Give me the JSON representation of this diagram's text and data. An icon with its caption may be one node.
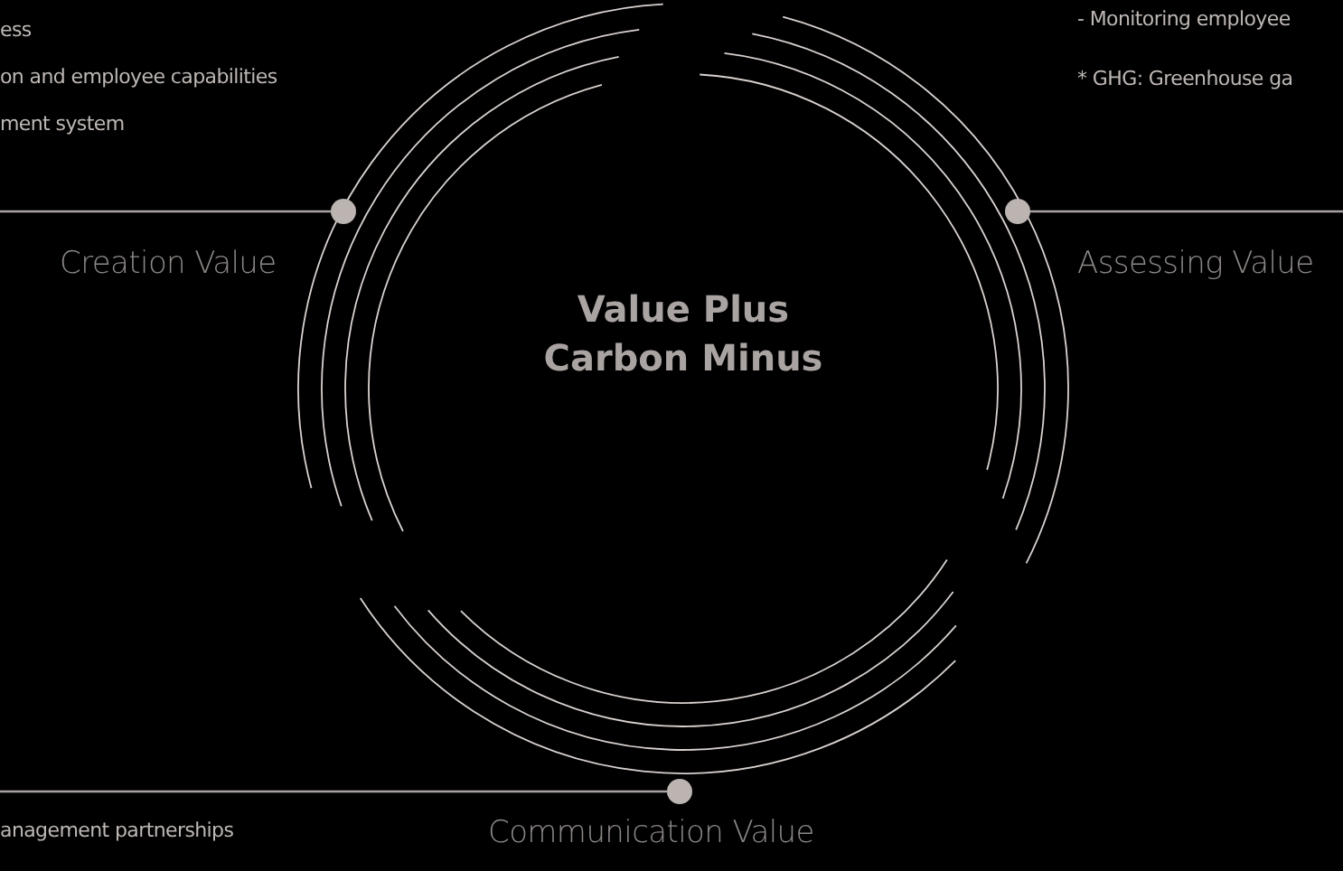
{
  "diagram": {
    "nodes": [
      {
        "text": [
          "Value Plus Carbon Minus"
        ]
      },
      {
        "text": [],
        "shape": "circle",
        "beside": [
          "Creation Value"
        ]
      },
      {
        "text": [],
        "shape": "circle",
        "beside": [
          "Assessing Value"
        ]
      },
      {
        "text": [],
        "shape": "circle",
        "beside": [
          "Communication Value"
        ]
      }
    ],
    "edges": [
      {
        "from": null,
        "to": 1,
        "arrow": "none"
      },
      {
        "from": 2,
        "to": null,
        "arrow": "none"
      },
      {
        "from": null,
        "to": 3,
        "arrow": "none"
      }
    ],
    "labels": [
      "ess",
      "on and employee capabilities",
      "ment system",
      "- Monitoring employee",
      "* GHG: Greenhouse ga",
      "anagement partnerships"
    ]
  }
}
